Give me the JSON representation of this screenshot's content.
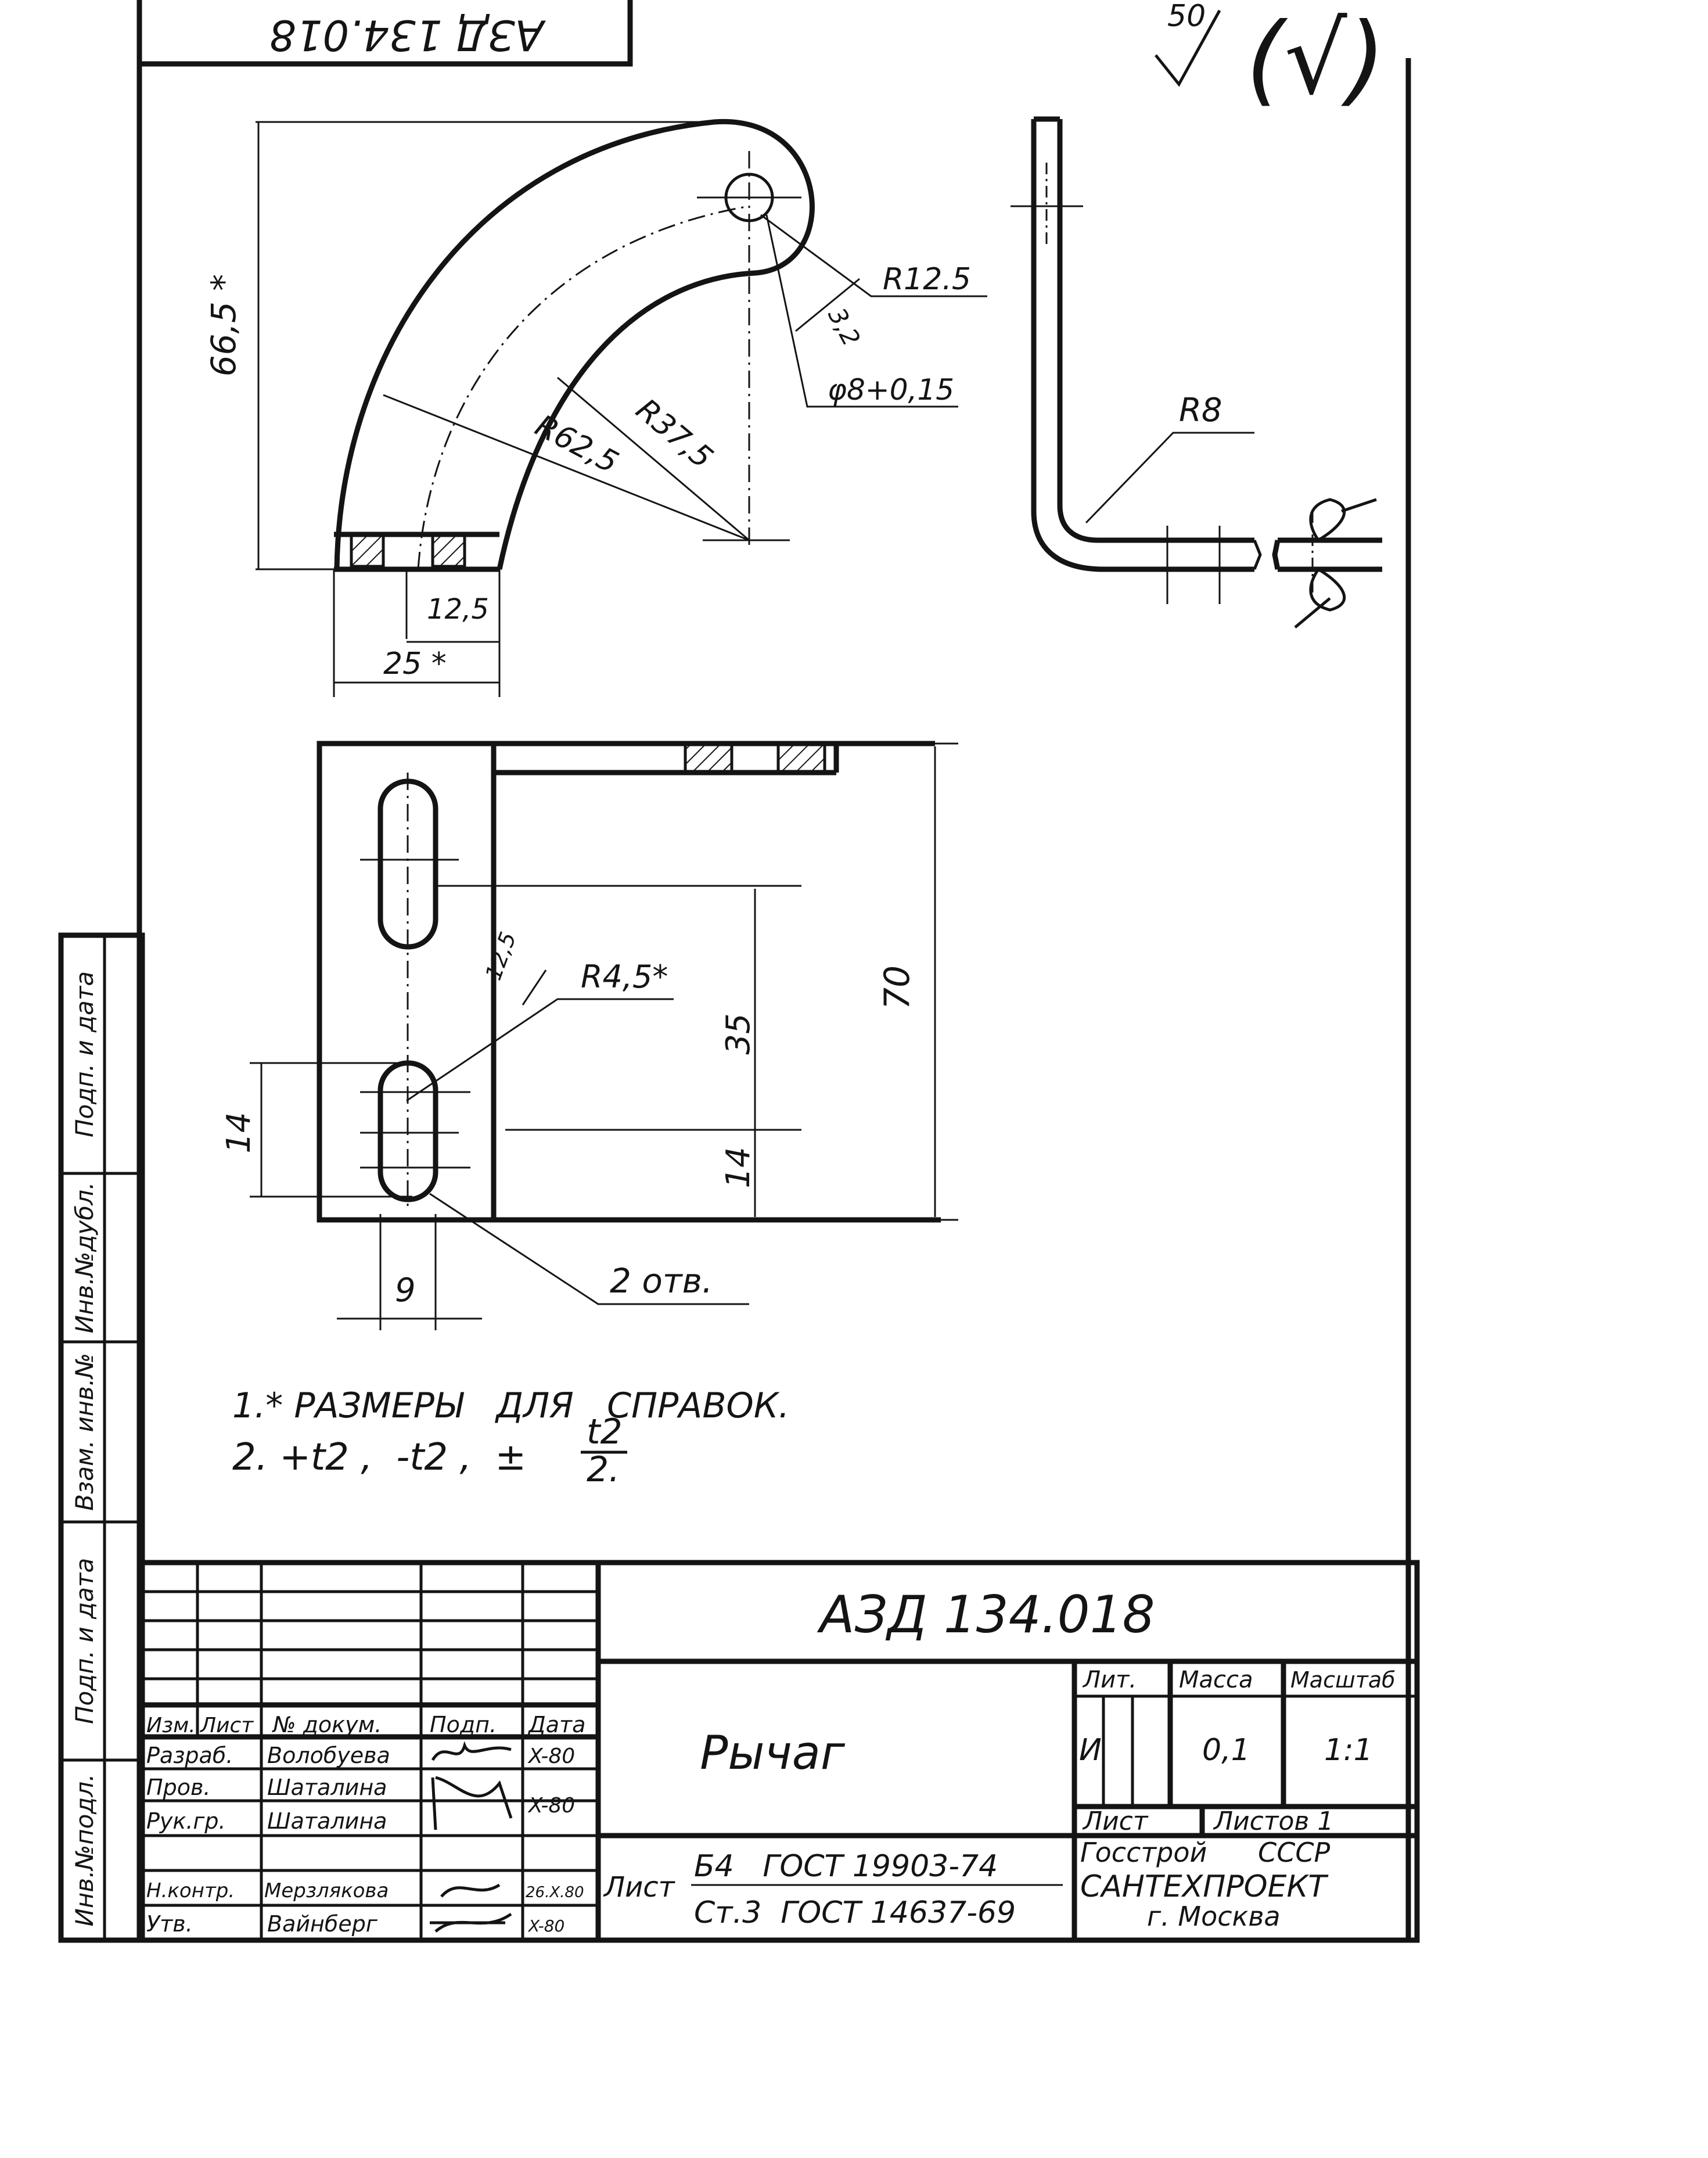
{
  "drawing": {
    "top_stamp": "АЗД 134.018",
    "surface_roughness": "50",
    "surface_roughness_general": "(√)",
    "front_view": {
      "dim_height": "66,5 *",
      "dim_r_outer": "R62,5",
      "dim_r_inner": "R37,5",
      "dim_r_end": "R12.5",
      "dim_hole": "φ8+0,15",
      "dim_roughness": "3,2",
      "dim_half_width": "12,5",
      "dim_width": "25 *"
    },
    "side_view": {
      "dim_bend_radius": "R8"
    },
    "plan_view": {
      "dim_total": "70",
      "dim_slot_spacing": "35",
      "dim_slot_offset": "14",
      "dim_slot_length": "14",
      "dim_slot_width": "9",
      "dim_slot_radius": "R4,5*",
      "dim_slot_roughness": "12,5",
      "holes_note": "2 отв."
    },
    "notes": {
      "line1": "1.* РАЗМЕРЫ   ДЛЯ   СПРАВОК.",
      "line2_prefix": "2. +t2 ,  -t2 ,  ±",
      "line2_num": "t2",
      "line2_den": "2."
    }
  },
  "left_strip": {
    "cells": [
      "Подп. и дата",
      "Инв.№дубл.",
      "Взам. инв.№",
      "Подп. и дата",
      "Инв.№подл."
    ]
  },
  "title_block": {
    "designation": "АЗД 134.018",
    "part_name": "Рычаг",
    "headers": {
      "izm": "Изм.",
      "list": "Лист",
      "doc_no": "№ докум.",
      "sign": "Подп.",
      "date": "Дата"
    },
    "rows": [
      {
        "role": "Разраб.",
        "name": "Волобуева",
        "date": "X-80"
      },
      {
        "role": "Пров.",
        "name": "Шаталина",
        "date": "X-80"
      },
      {
        "role": "Рук.гр.",
        "name": "Шаталина",
        "date": ""
      },
      {
        "role": "Н.контр.",
        "name": "Мерзлякова",
        "date": "26.X.80"
      },
      {
        "role": "Утв.",
        "name": "Вайнберг",
        "date": "X-80"
      }
    ],
    "lit_label": "Лит.",
    "lit_value": "И",
    "mass_label": "Масса",
    "mass_value": "0,1",
    "scale_label": "Масштаб",
    "scale_value": "1:1",
    "sheet_label": "Лист",
    "sheets_label": "Листов 1",
    "material_prefix": "Лист",
    "material_line1": "Б4   ГОСТ 19903-74",
    "material_line2": "Ст.3  ГОСТ 14637-69",
    "org_line1": "Госстрой      СССР",
    "org_line2": "САНТЕХПРОЕКТ",
    "org_line3": "г. Москва"
  }
}
